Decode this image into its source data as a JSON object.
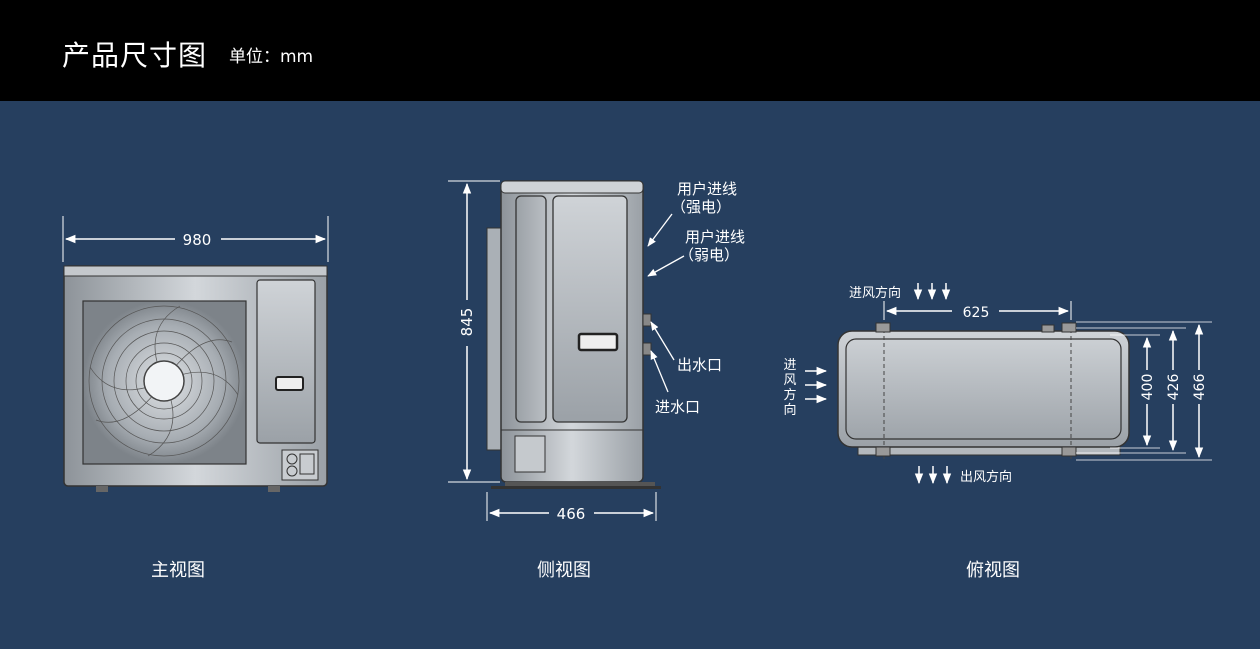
{
  "header": {
    "title": "产品尺寸图",
    "unit": "单位：mm"
  },
  "front_view": {
    "caption": "主视图",
    "width": "980"
  },
  "side_view": {
    "caption": "侧视图",
    "height": "845",
    "depth": "466",
    "labels": {
      "power_line_1": "用户进线",
      "power_line_2": "（强电）",
      "signal_line_1": "用户进线",
      "signal_line_2": "（弱电）",
      "water_out": "出水口",
      "water_in": "进水口"
    }
  },
  "top_view": {
    "caption": "俯视图",
    "width": "625",
    "depth_1": "400",
    "depth_2": "426",
    "depth_3": "466",
    "air_in_top": "进风方向",
    "air_in_left_1": "进",
    "air_in_left_2": "风",
    "air_in_left_3": "方",
    "air_in_left_4": "向",
    "air_out": "出风方向"
  },
  "colors": {
    "background": "#263f5f",
    "header": "#000000",
    "metal": "#b9bec4",
    "line": "#ffffff"
  }
}
